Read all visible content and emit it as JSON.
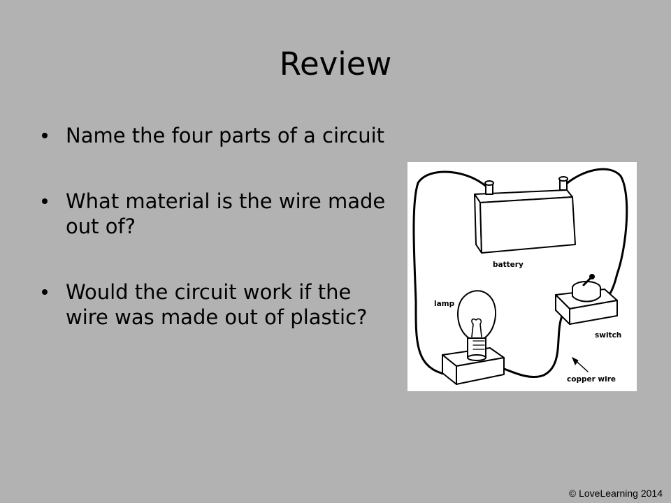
{
  "slide": {
    "title": "Review",
    "bullets": [
      "Name the four parts of a circuit",
      "What material is the wire made out of?",
      "Would the circuit work if the wire was made out of plastic?"
    ]
  },
  "diagram": {
    "labels": {
      "battery": "battery",
      "lamp": "lamp",
      "switch": "switch",
      "copper_wire": "copper wire"
    }
  },
  "footer": {
    "copyright": "© LoveLearning 2014"
  },
  "colors": {
    "background": "#b2b2b2",
    "figure_background": "#ffffff",
    "text": "#000000"
  }
}
